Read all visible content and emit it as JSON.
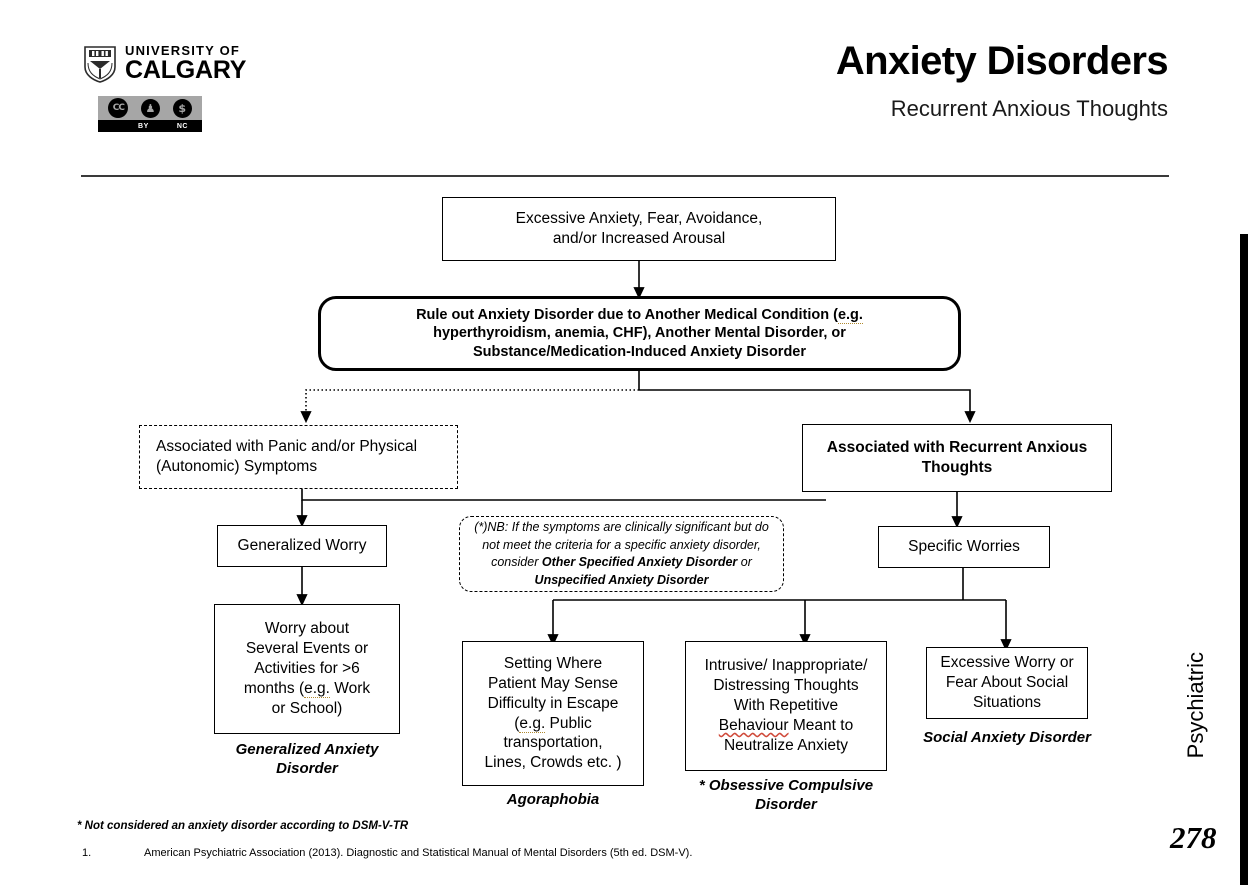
{
  "header": {
    "logo": {
      "shield_icon": "university-shield-icon",
      "line1": "UNIVERSITY OF",
      "line2": "CALGARY"
    },
    "license_badge": {
      "cc_icon": "creative-commons-icon",
      "by_icon": "attribution-person-icon",
      "nc_icon": "non-commercial-dollar-icon",
      "by_label": "BY",
      "nc_label": "NC"
    },
    "title": "Anxiety Disorders",
    "subtitle": "Recurrent Anxious Thoughts"
  },
  "sidebar": {
    "category": "Psychiatric",
    "page_number": "278",
    "bar_color": "#000000"
  },
  "flowchart": {
    "nodes": {
      "entry": {
        "line1": "Excessive Anxiety, Fear, Avoidance,",
        "line2": "and/or Increased Arousal"
      },
      "rule_out": {
        "line1_a": "Rule out Anxiety Disorder due to Another Medical Condition (",
        "line1_b": "e.g.",
        "line2": "hyperthyroidism, anemia, CHF), Another Mental Disorder, or",
        "line3": "Substance/Medication-Induced Anxiety Disorder"
      },
      "branch_left": {
        "line1": "Associated with Panic and/or Physical",
        "line2": "(Autonomic) Symptoms"
      },
      "branch_right": {
        "line1": "Associated with Recurrent Anxious",
        "line2": "Thoughts"
      },
      "generalized_worry": "Generalized Worry",
      "specific_worries": "Specific Worries",
      "nb_note": {
        "part1": "(*)NB: If the symptoms are clinically significant but do not meet the criteria for a specific anxiety disorder, consider ",
        "bold1": "Other Specified Anxiety Disorder",
        "mid": " or ",
        "bold2": "Unspecified Anxiety Disorder"
      },
      "gad_box": {
        "l1": "Worry about",
        "l2": "Several Events or",
        "l3": "Activities for >6",
        "l4_a": "months (",
        "l4_b": "e.g.",
        "l4_c": " Work",
        "l5": "or School)"
      },
      "agoraphobia_box": {
        "l1": "Setting Where",
        "l2": "Patient May Sense",
        "l3": "Difficulty in Escape",
        "l4_a": "(",
        "l4_b": "e.g.",
        "l4_c": " Public",
        "l5": "transportation,",
        "l6": "Lines, Crowds etc. )"
      },
      "ocd_box": {
        "l1": "Intrusive/ Inappropriate/",
        "l2": "Distressing Thoughts",
        "l3": "With Repetitive",
        "l4_a": "Behaviour",
        "l4_b": " Meant to",
        "l5": "Neutralize Anxiety"
      },
      "social_box": {
        "l1": "Excessive Worry or",
        "l2": "Fear About Social",
        "l3": "Situations"
      }
    },
    "captions": {
      "gad": "Generalized Anxiety Disorder",
      "agoraphobia": "Agoraphobia",
      "ocd": "* Obsessive Compulsive Disorder",
      "social": "Social Anxiety Disorder"
    }
  },
  "footnotes": {
    "star_note": "* Not considered an anxiety disorder according to DSM-V-TR",
    "reference_number": "1.",
    "reference_text": "American Psychiatric Association (2013). Diagnostic and Statistical Manual of Mental Disorders (5th ed. DSM-V)."
  }
}
